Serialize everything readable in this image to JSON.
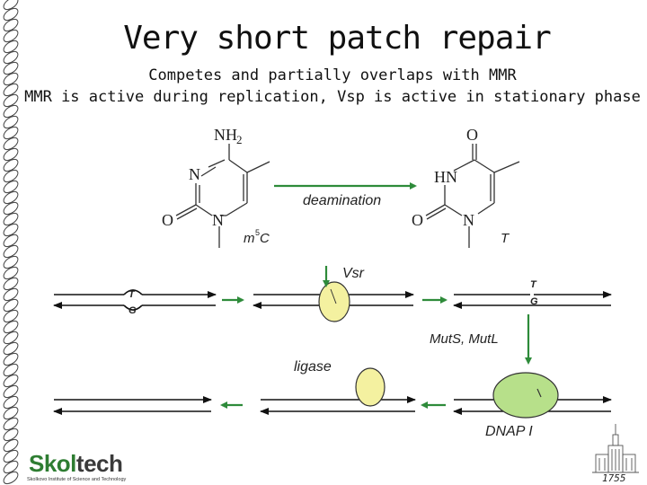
{
  "title": "Very short patch repair",
  "subtitle_line1": "Competes and partially overlaps with MMR",
  "subtitle_line2": "MMR is active during replication, Vsp is active in stationary phase",
  "chemistry": {
    "left_molecule": {
      "amine": "NH",
      "amine_sub": "2",
      "n_top": "N",
      "n_bottom": "N",
      "oxygen": "O",
      "label_m": "m",
      "label_sup": "5",
      "label_c": "C"
    },
    "arrow_label": "deamination",
    "right_molecule": {
      "oxygen_top": "O",
      "hn": "HN",
      "n_bottom": "N",
      "oxygen": "O",
      "label": "T"
    }
  },
  "pathway": {
    "mismatch_top": "T",
    "mismatch_bottom": "G",
    "vsr_label": "Vsr",
    "nicked_top": "T",
    "nicked_bottom": "G",
    "mut_label": "MutS, MutL",
    "ligase_label": "ligase",
    "dnap_label": "DNAP I"
  },
  "logo": {
    "word_a": "Skol",
    "word_b": "tech",
    "tagline": "Skolkovo Institute of Science and Technology"
  },
  "emblem_year": "1755",
  "colors": {
    "arrow_green": "#2e8b3a",
    "protein_fill": "#f4f1a0",
    "protein_fill_green": "#b7e08a",
    "border_line": "#444444"
  }
}
